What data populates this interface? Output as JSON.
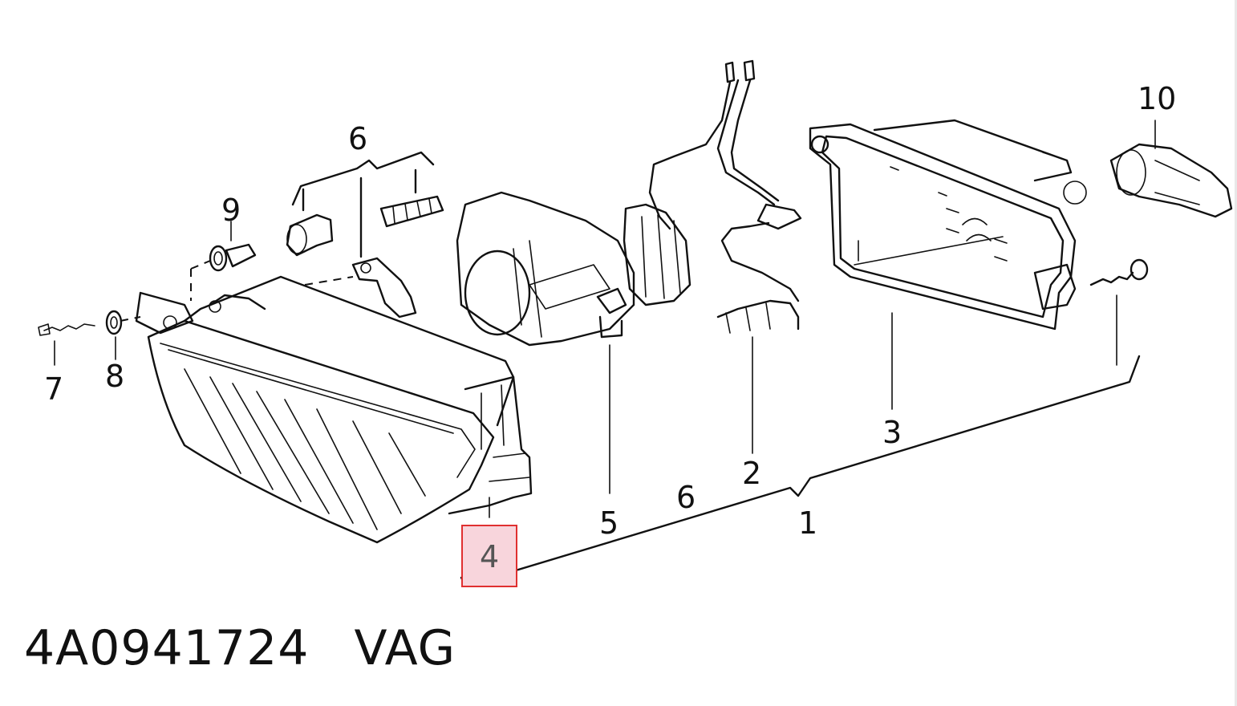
{
  "diagram": {
    "labels": {
      "p1": "1",
      "p2": "2",
      "p3": "3",
      "p4": "4",
      "p5": "5",
      "p6_top": "6",
      "p6_bottom": "6",
      "p7": "7",
      "p8": "8",
      "p9": "9",
      "p10": "10"
    },
    "highlighted_label": "4",
    "highlight_color": "#e03030",
    "highlight_fill": "#f8d5dc"
  },
  "footer": {
    "part_number": "4A0941724",
    "brand": "VAG"
  }
}
